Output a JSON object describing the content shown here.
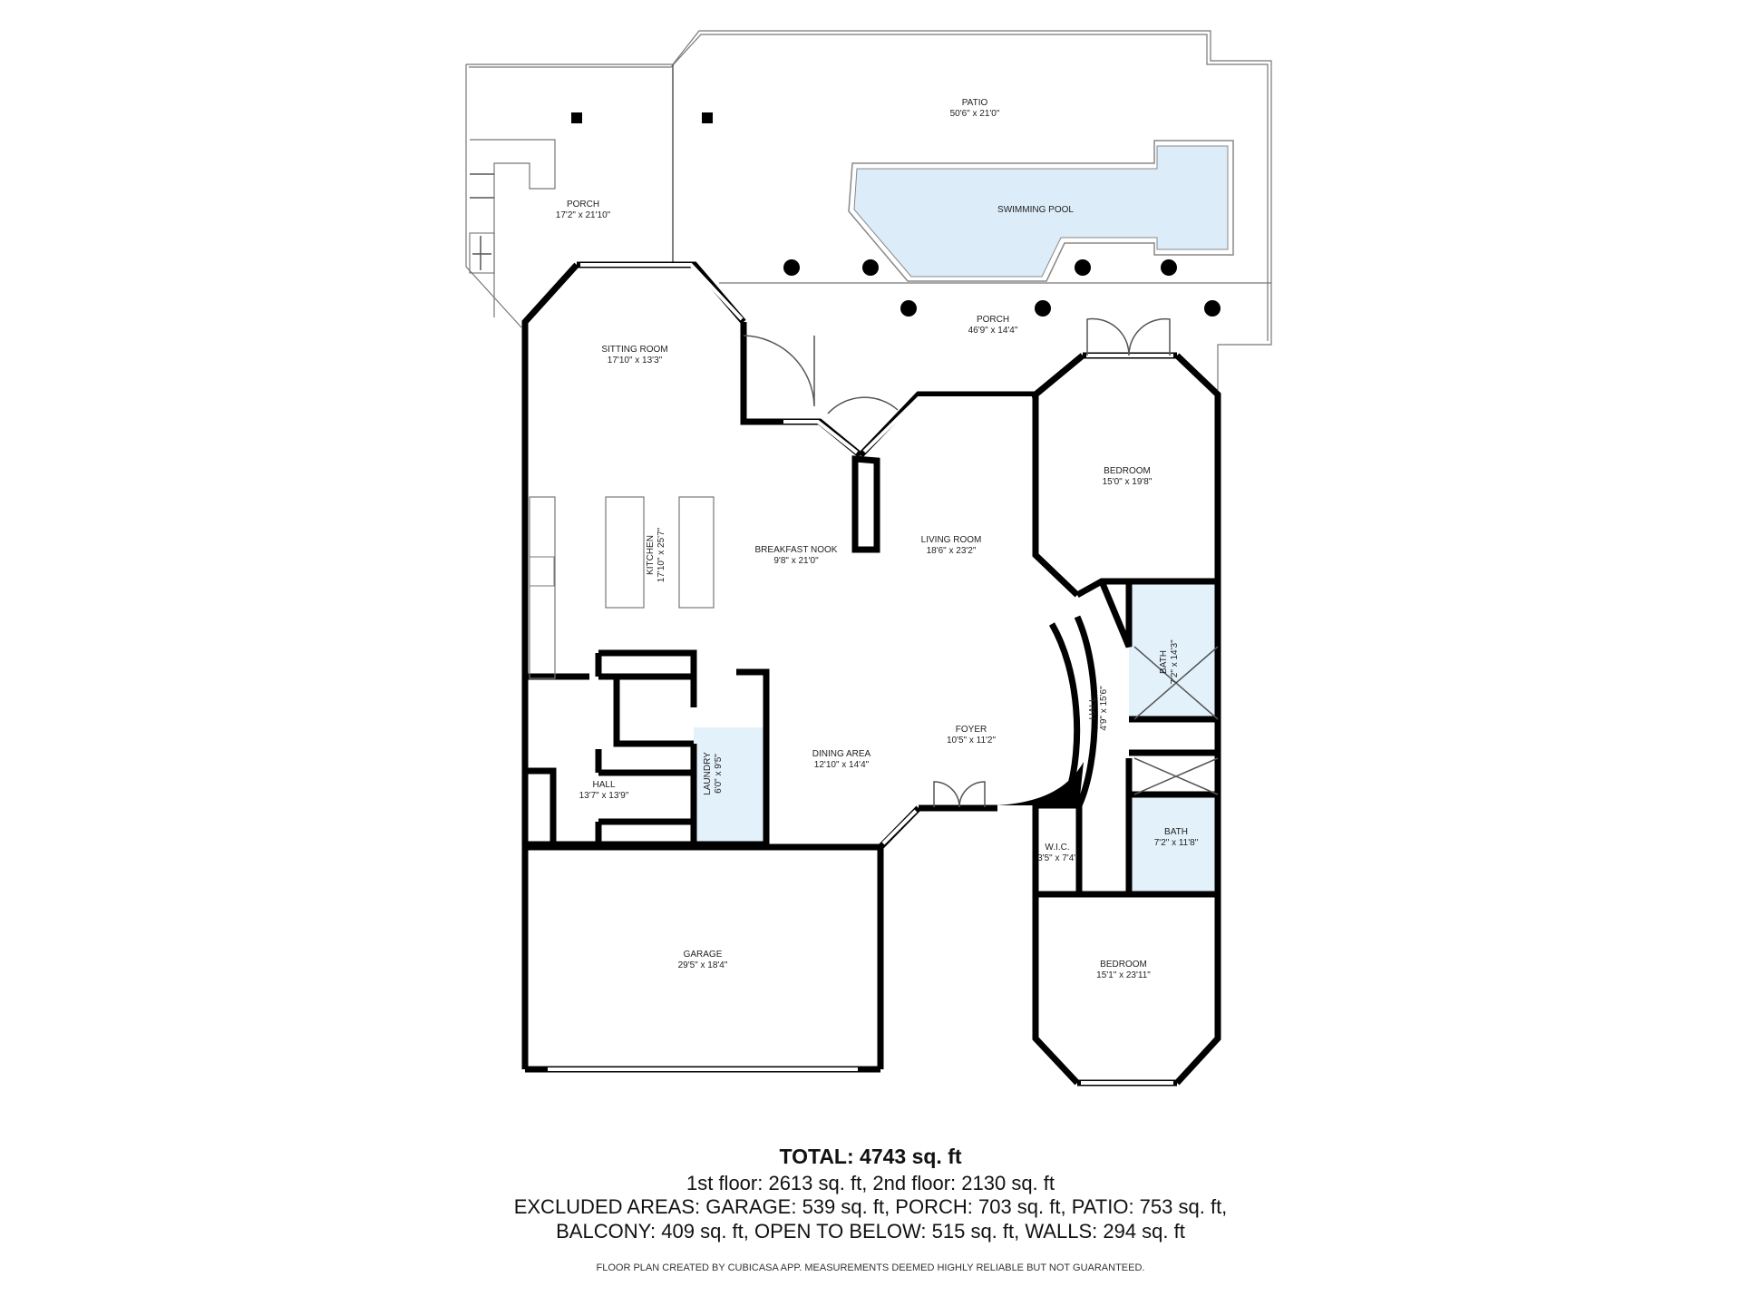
{
  "rooms": {
    "patio": {
      "name": "PATIO",
      "dims": "50'6\" x 21'0\""
    },
    "porch_left": {
      "name": "PORCH",
      "dims": "17'2\" x 21'10\""
    },
    "pool": {
      "name": "SWIMMING POOL"
    },
    "porch_back": {
      "name": "PORCH",
      "dims": "46'9\" x 14'4\""
    },
    "sitting_room": {
      "name": "SITTING ROOM",
      "dims": "17'10\" x 13'3\""
    },
    "bedroom1": {
      "name": "BEDROOM",
      "dims": "15'0\" x 19'8\""
    },
    "kitchen": {
      "name": "KITCHEN",
      "dims": "17'10\" x 25'7\""
    },
    "breakfast_nook": {
      "name": "BREAKFAST NOOK",
      "dims": "9'8\" x 21'0\""
    },
    "living_room": {
      "name": "LIVING ROOM",
      "dims": "18'6\" x 23'2\""
    },
    "bath1": {
      "name": "BATH",
      "dims": "7'2\" x 14'3\""
    },
    "hall_right": {
      "name": "HALL",
      "dims": "4'9\" x 15'6\""
    },
    "foyer": {
      "name": "FOYER",
      "dims": "10'5\" x 11'2\""
    },
    "dining_area": {
      "name": "DINING AREA",
      "dims": "12'10\" x 14'4\""
    },
    "laundry": {
      "name": "LAUNDRY",
      "dims": "6'0\" x 9'5\""
    },
    "hall_left": {
      "name": "HALL",
      "dims": "13'7\" x 13'9\""
    },
    "bath2": {
      "name": "BATH",
      "dims": "7'2\" x 11'8\""
    },
    "wic": {
      "name": "W.I.C.",
      "dims": "3'5\" x 7'4\""
    },
    "garage": {
      "name": "GARAGE",
      "dims": "29'5\" x 18'4\""
    },
    "bedroom2": {
      "name": "BEDROOM",
      "dims": "15'1\" x 23'11\""
    }
  },
  "summary": {
    "total": "TOTAL: 4743 sq. ft",
    "floors": "1st floor: 2613 sq. ft, 2nd floor: 2130 sq. ft",
    "excluded_1": "EXCLUDED AREAS: GARAGE: 539 sq. ft, PORCH: 703 sq. ft, PATIO: 753 sq. ft,",
    "excluded_2": "BALCONY: 409 sq. ft, OPEN TO BELOW: 515 sq. ft, WALLS: 294 sq. ft",
    "disclaimer": "FLOOR PLAN CREATED BY CUBICASA APP. MEASUREMENTS DEEMED HIGHLY RELIABLE BUT NOT GUARANTEED."
  },
  "colors": {
    "wet_area": "#e3f1fb",
    "pool": "#dcedf9",
    "wall": "#000000"
  }
}
